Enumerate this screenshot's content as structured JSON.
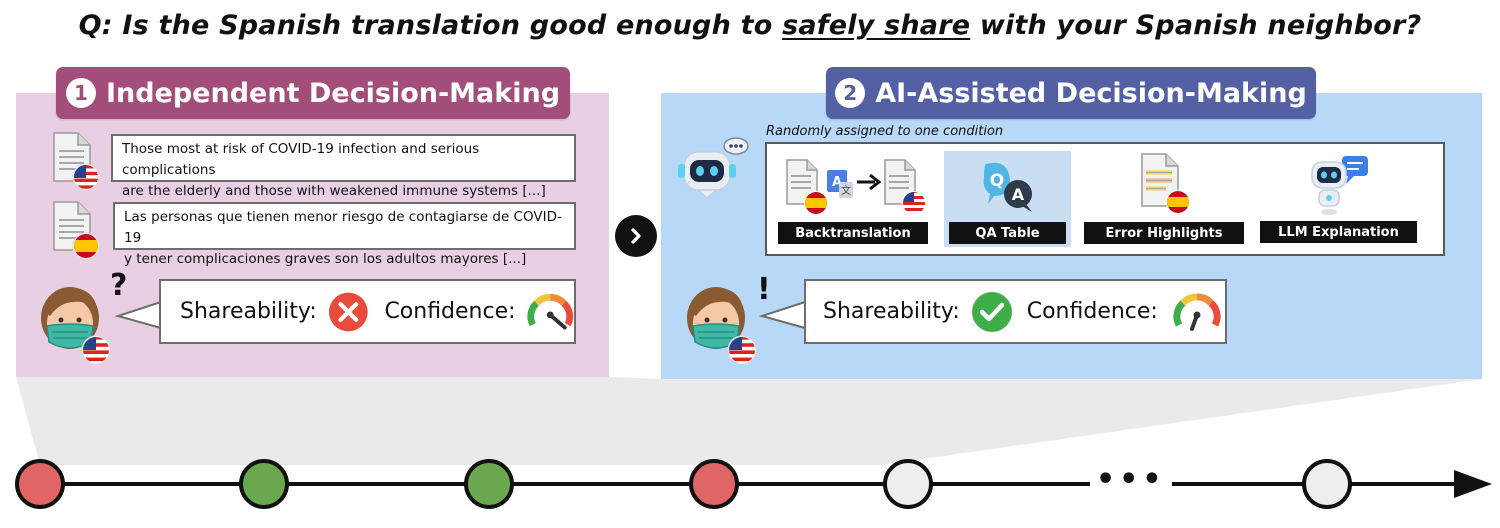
{
  "question": {
    "prefix": "Q: Is the Spanish translation good enough to ",
    "emphasis": "safely share",
    "suffix": " with your Spanish neighbor?"
  },
  "phase1": {
    "number": "1",
    "title": "Independent Decision-Making",
    "source_text_line1": "Those most at risk of COVID-19 infection and serious complications",
    "source_text_line2": "are the elderly and those with weakened immune systems [...]",
    "translation_line1": "Las personas que tienen menor riesgo de contagiarse de COVID-19",
    "translation_line2": "y tener complicaciones graves son los adultos mayores [...]",
    "shareability_label": "Shareability:",
    "confidence_label": "Confidence:",
    "decision": "not-shareable"
  },
  "phase2": {
    "number": "2",
    "title": "AI-Assisted Decision-Making",
    "condition_note": "Randomly assigned to one condition",
    "conditions": [
      "Backtranslation",
      "QA Table",
      "Error Highlights",
      "LLM Explanation"
    ],
    "highlighted_condition": "QA Table",
    "shareability_label": "Shareability:",
    "confidence_label": "Confidence:",
    "decision": "shareable"
  },
  "marks": {
    "question_mark": "?",
    "exclamation_mark": "!",
    "ellipsis": "•••"
  },
  "timeline": {
    "states": [
      "incorrect",
      "correct",
      "correct",
      "incorrect",
      "pending",
      "pending"
    ],
    "colors": {
      "incorrect": "#e06666",
      "correct": "#6aa84f",
      "pending": "#eeeeee"
    }
  },
  "colors": {
    "phase1_header": "#a34d7b",
    "phase1_panel": "#e8cfe3",
    "phase2_header": "#5460a4",
    "phase2_panel": "#b7d8f6",
    "reject": "#e94b3c",
    "accept": "#3fae49"
  }
}
